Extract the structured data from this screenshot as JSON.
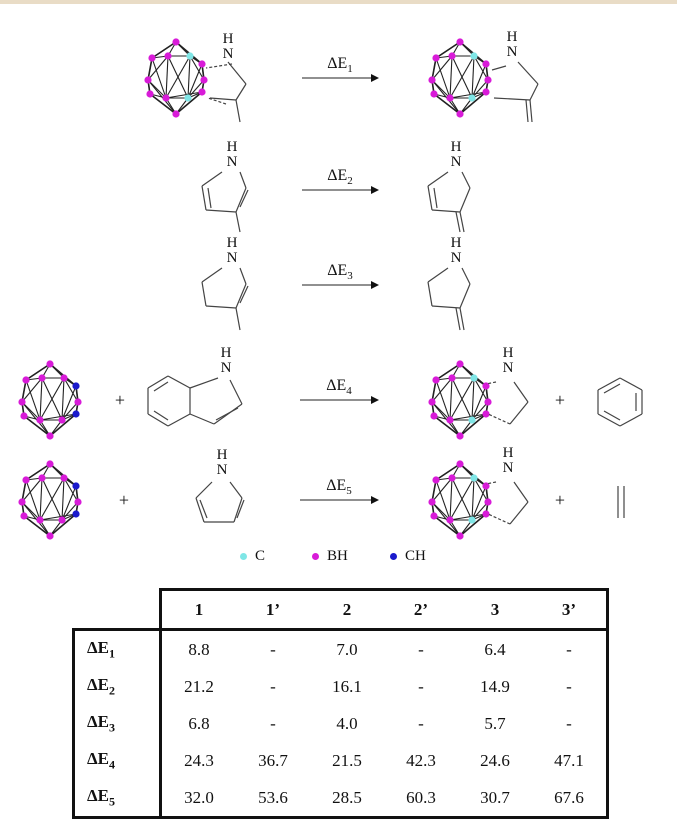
{
  "reactions": [
    {
      "label": "ΔE",
      "sub": "1"
    },
    {
      "label": "ΔE",
      "sub": "2"
    },
    {
      "label": "ΔE",
      "sub": "3"
    },
    {
      "label": "ΔE",
      "sub": "4"
    },
    {
      "label": "ΔE",
      "sub": "5"
    }
  ],
  "nh_label": "N",
  "h_label": "H",
  "plus_sign": "+",
  "legend": {
    "items": [
      {
        "label": "C",
        "color": "#7fe6e6"
      },
      {
        "label": "BH",
        "color": "#d81bd8"
      },
      {
        "label": "CH",
        "color": "#1a1acc"
      }
    ]
  },
  "table": {
    "columns": [
      "1",
      "1’",
      "2",
      "2’",
      "3",
      "3’"
    ],
    "rows": [
      {
        "label": "ΔE",
        "sub": "1",
        "values": [
          "8.8",
          "-",
          "7.0",
          "-",
          "6.4",
          "-"
        ]
      },
      {
        "label": "ΔE",
        "sub": "2",
        "values": [
          "21.2",
          "-",
          "16.1",
          "-",
          "14.9",
          "-"
        ]
      },
      {
        "label": "ΔE",
        "sub": "3",
        "values": [
          "6.8",
          "-",
          "4.0",
          "-",
          "5.7",
          "-"
        ]
      },
      {
        "label": "ΔE",
        "sub": "4",
        "values": [
          "24.3",
          "36.7",
          "21.5",
          "42.3",
          "24.6",
          "47.1"
        ]
      },
      {
        "label": "ΔE",
        "sub": "5",
        "values": [
          "32.0",
          "53.6",
          "28.5",
          "60.3",
          "30.7",
          "67.6"
        ]
      }
    ]
  }
}
